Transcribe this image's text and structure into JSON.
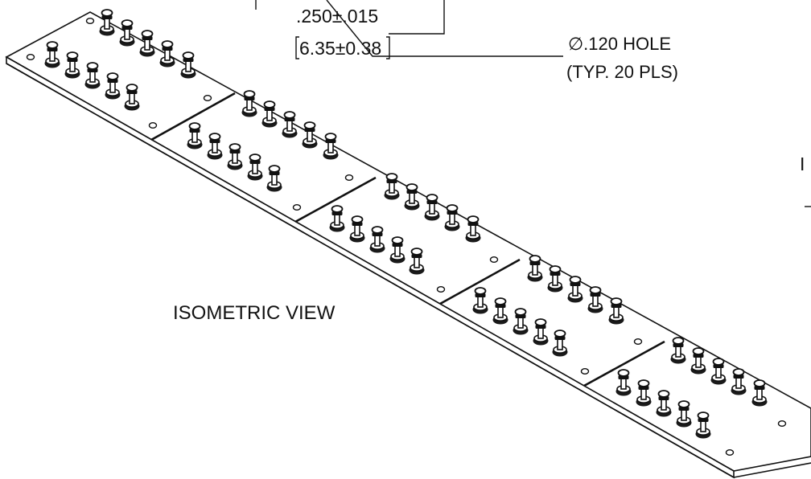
{
  "annotations": {
    "dimension_imperial": ".250±.015",
    "dimension_metric": "6.35±0.38",
    "hole_callout_line1": "∅.120 HOLE",
    "hole_callout_line2": "(TYP. 20 PLS)",
    "view_title": "ISOMETRIC VIEW",
    "edge_fragment": "I"
  },
  "part": {
    "panel_count": 5,
    "studs_per_row": 5,
    "rows_per_panel": 2,
    "colors": {
      "line": "#111111",
      "background": "#ffffff"
    }
  }
}
